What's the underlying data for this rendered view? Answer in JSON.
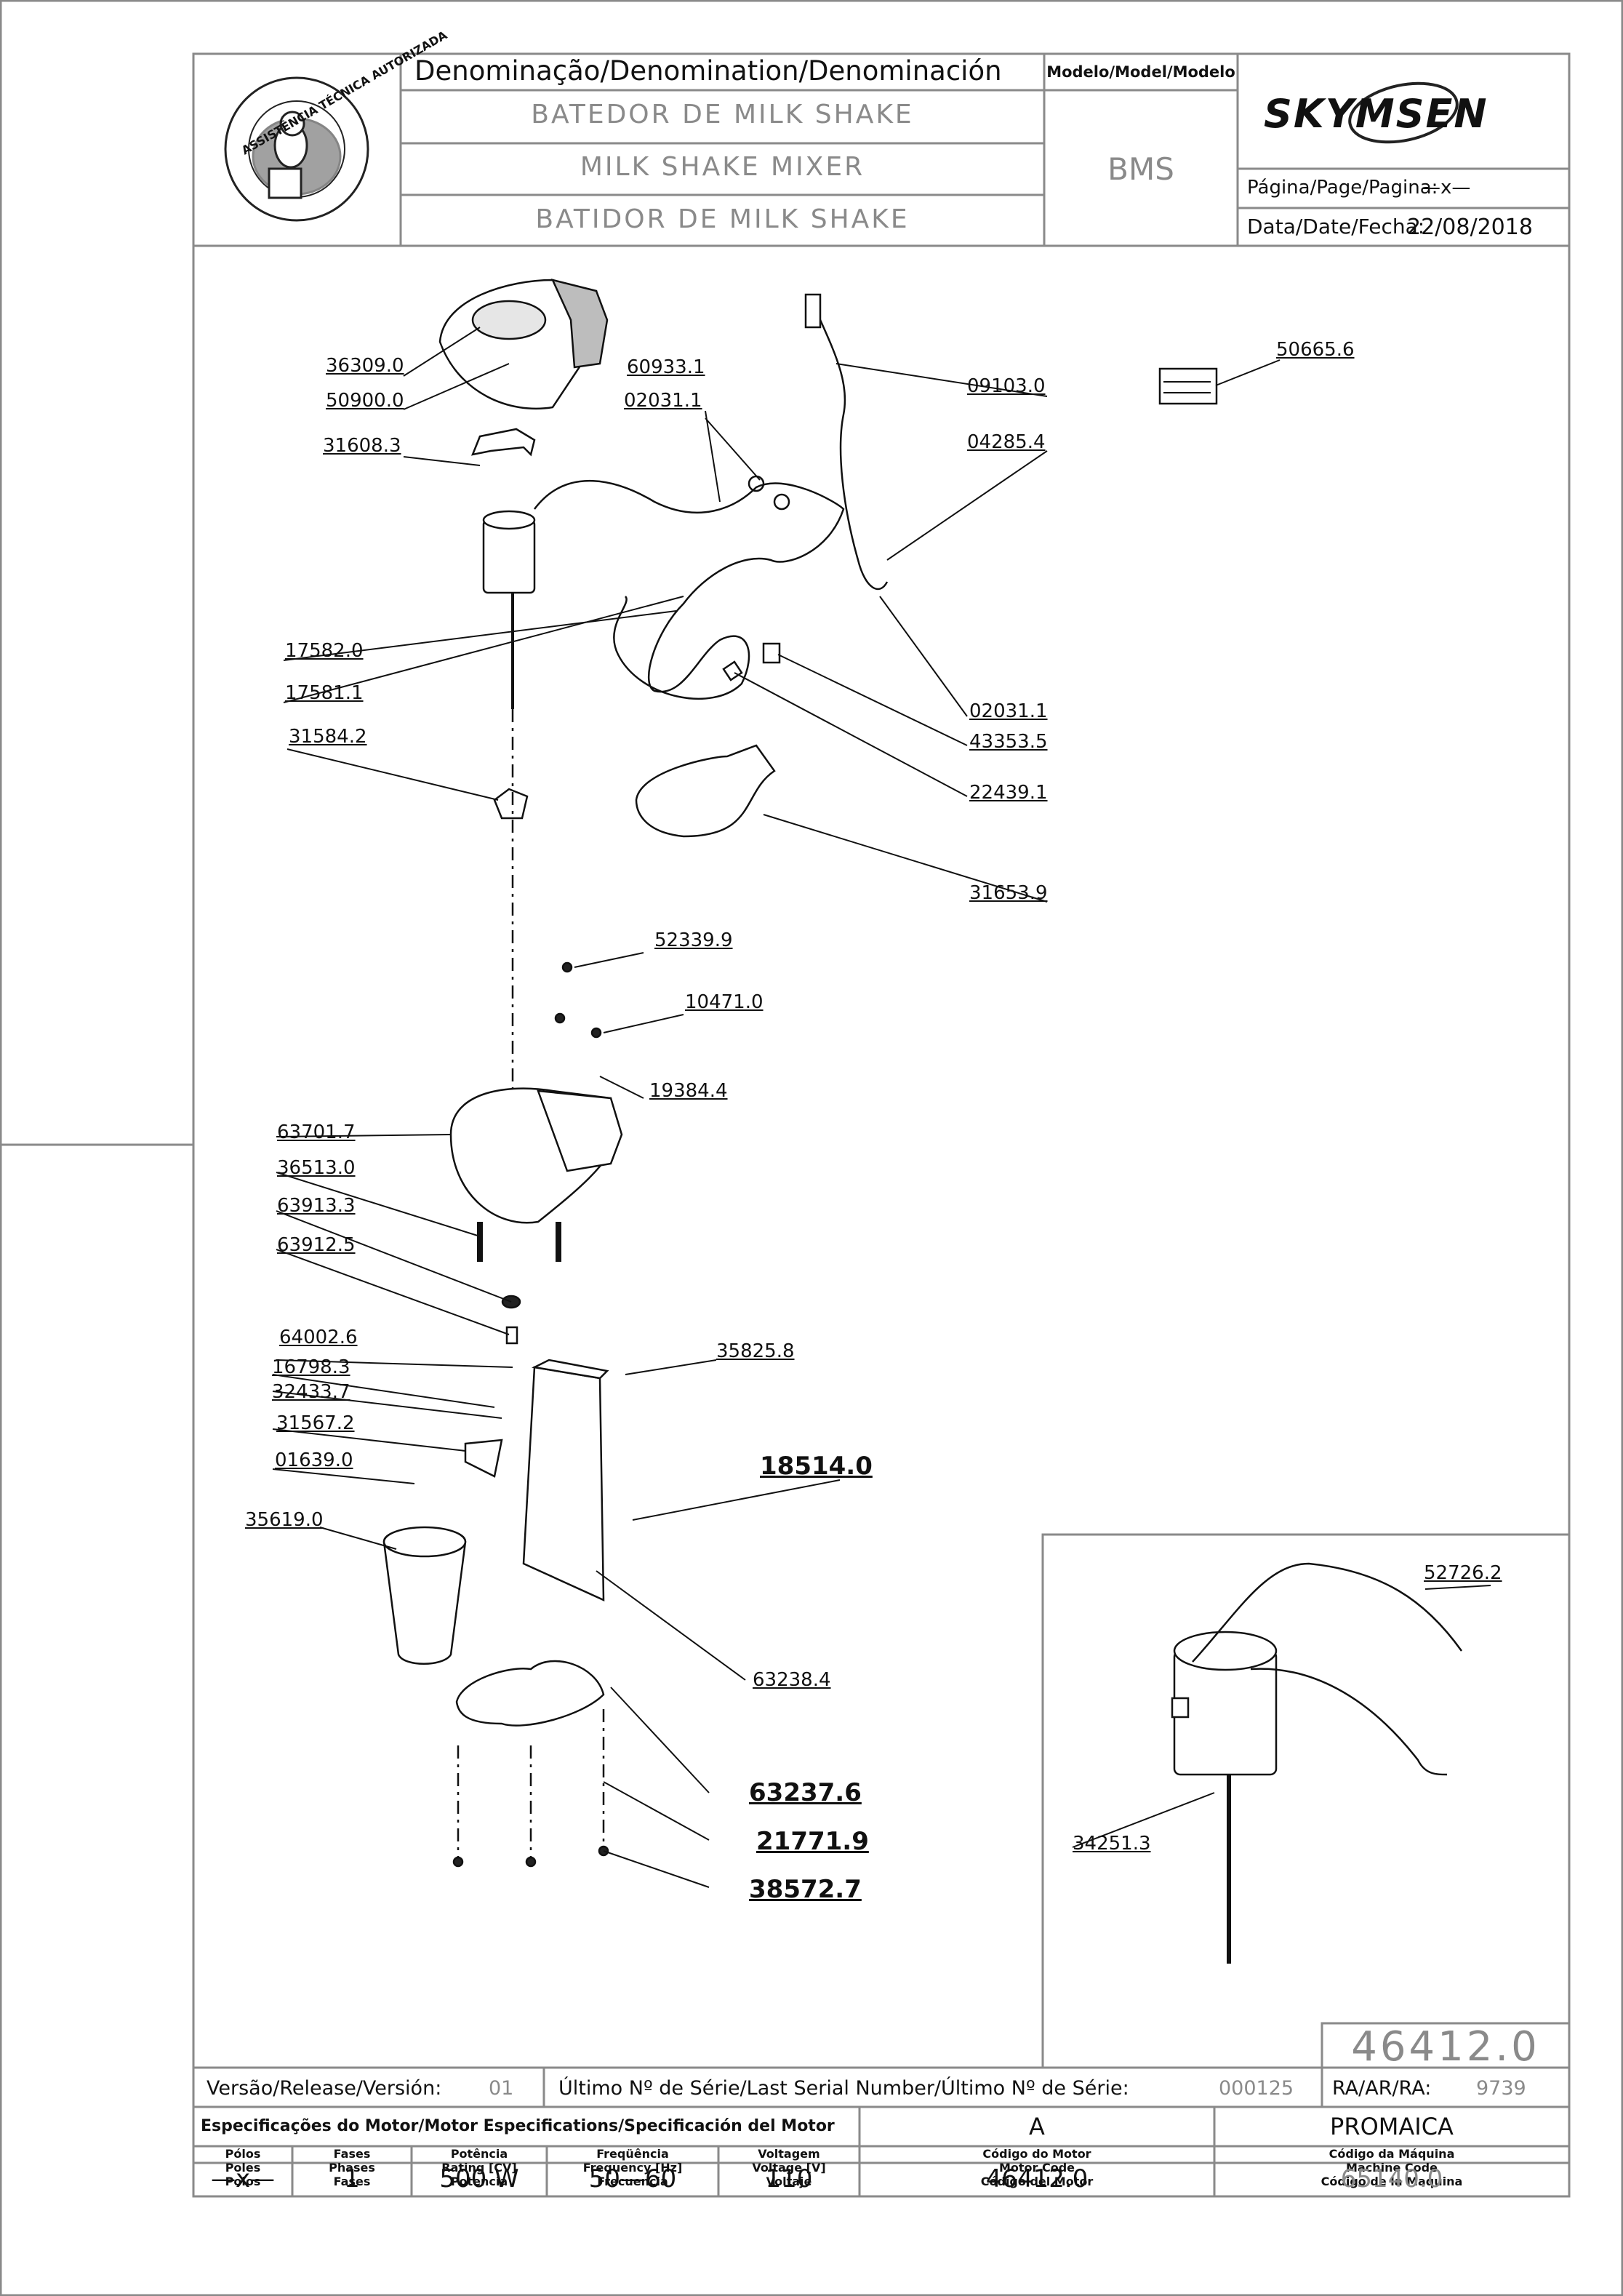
{
  "header": {
    "denomination_title": "Denominação/Denomination/Denominación",
    "names": [
      "BATEDOR DE MILK SHAKE",
      "MILK SHAKE MIXER",
      "BATIDOR DE MILK SHAKE"
    ],
    "model_title": "Modelo/Model/Modelo",
    "model": "BMS",
    "brand": "SKYMSEN",
    "page_label": "Página/Page/Pagina:",
    "page_value": "—x—",
    "date_label": "Data/Date/Fecha:",
    "date_value": "22/08/2018",
    "seal_text": "ASSISTÊNCIA TÉCNICA AUTORIZADA"
  },
  "parts": [
    "36309.0",
    "50900.0",
    "31608.3",
    "60933.1",
    "02031.1",
    "09103.0",
    "04285.4",
    "50665.6",
    "17582.0",
    "17581.1",
    "31584.2",
    "02031.1",
    "43353.5",
    "22439.1",
    "31653.9",
    "52339.9",
    "10471.0",
    "19384.4",
    "63701.7",
    "36513.0",
    "63913.3",
    "63912.5",
    "64002.6",
    "16798.3",
    "32433.7",
    "31567.2",
    "01639.0",
    "35825.8",
    "18514.0",
    "35619.0",
    "63238.4",
    "63237.6",
    "21771.9",
    "38572.7"
  ],
  "inset": {
    "parts": [
      "52726.2",
      "34251.3"
    ],
    "code": "46412.0"
  },
  "footer": {
    "release_label": "Versão/Release/Versión:",
    "release_value": "01",
    "serial_label": "Último Nº de Série/Last Serial Number/Último Nº de Série:",
    "serial_value": "000125",
    "ra_label": "RA/AR/RA:",
    "ra_value": "9739",
    "motor_spec_label": "Especificações do Motor/Motor Especifications/Specificación del Motor",
    "motor_letter": "A",
    "customer": "PROMAICA",
    "col_poles": [
      "Pólos",
      "Poles",
      "Polos"
    ],
    "col_phases": [
      "Fases",
      "Phases",
      "Fases"
    ],
    "col_rating": [
      "Potência",
      "Rating [CV]",
      "Potencia"
    ],
    "col_freq": [
      "Freqüência",
      "Frequency [Hz]",
      "Frecuencia"
    ],
    "col_voltage": [
      "Voltagem",
      "Voltage [V]",
      "Voltaje"
    ],
    "col_motor_code": [
      "Código do Motor",
      "Motor Code",
      "Código del Motor"
    ],
    "col_machine_code": [
      "Código da Máquina",
      "Machine Code",
      "Código de la Maquina"
    ],
    "val_poles": "—x—",
    "val_phases": "1",
    "val_rating": "500 W",
    "val_freq": "50—60",
    "val_voltage": "110",
    "val_motor_code": "46412.0",
    "val_machine_code": "65140.0"
  }
}
